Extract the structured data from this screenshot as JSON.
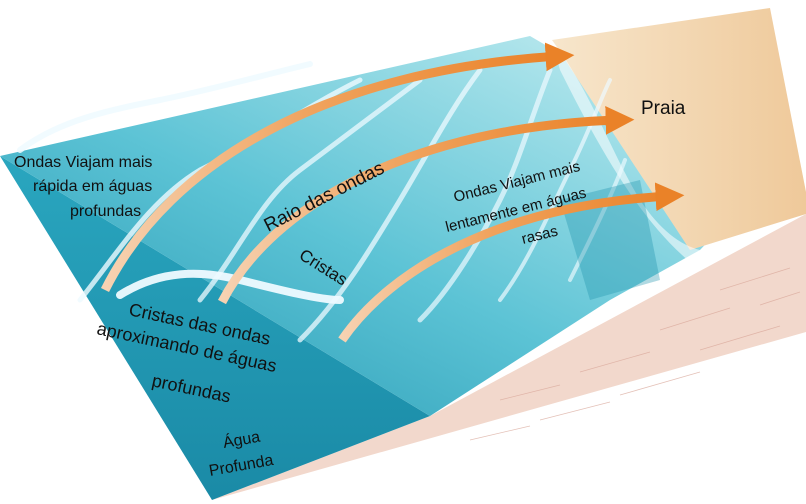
{
  "labels": {
    "beach": "Praia",
    "fast_waves": [
      "Ondas Viajam mais",
      "rápida em águas",
      "profundas"
    ],
    "wave_rays": "Raio das ondas",
    "slow_waves": [
      "Ondas Viajam mais",
      "lentamente em águas",
      "rasas"
    ],
    "crests": "Cristas",
    "approaching_crests": [
      "Cristas das ondas",
      "aproximando de águas",
      "profundas"
    ],
    "deep_water": [
      "Água",
      "Profunda"
    ]
  },
  "colors": {
    "arrow": "#ec8a32",
    "deep_water": "#2ea8c0",
    "shallow_water": "#a9e3ea",
    "sand": "#f3d7b3",
    "seabed": "#f2d8cc"
  }
}
